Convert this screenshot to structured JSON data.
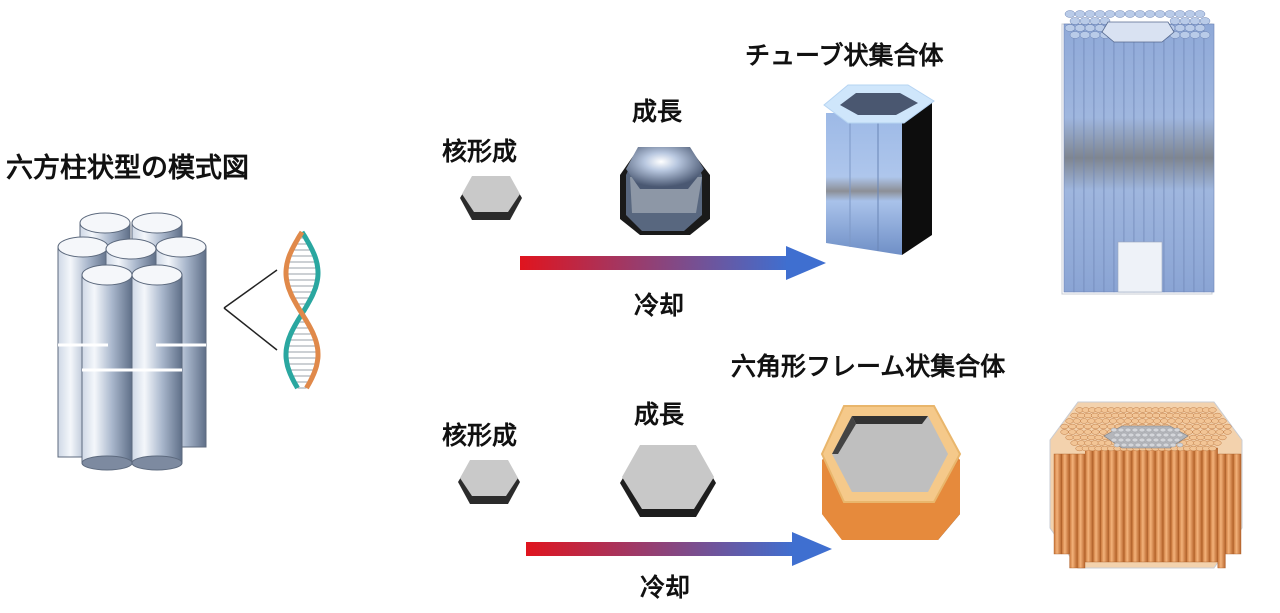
{
  "left": {
    "title": "六方柱状型の模式図"
  },
  "top_row": {
    "nucleation_label": "核形成",
    "growth_label": "成長",
    "cooling_label": "冷却",
    "result_label": "チューブ状集合体"
  },
  "bottom_row": {
    "nucleation_label": "核形成",
    "growth_label": "成長",
    "cooling_label": "冷却",
    "result_label": "六角形フレーム状集合体"
  },
  "colors": {
    "arrow_start": "#e0141e",
    "arrow_end": "#3f6fd0",
    "tube_blue": "#8aa8d8",
    "frame_orange": "#e8903c"
  }
}
